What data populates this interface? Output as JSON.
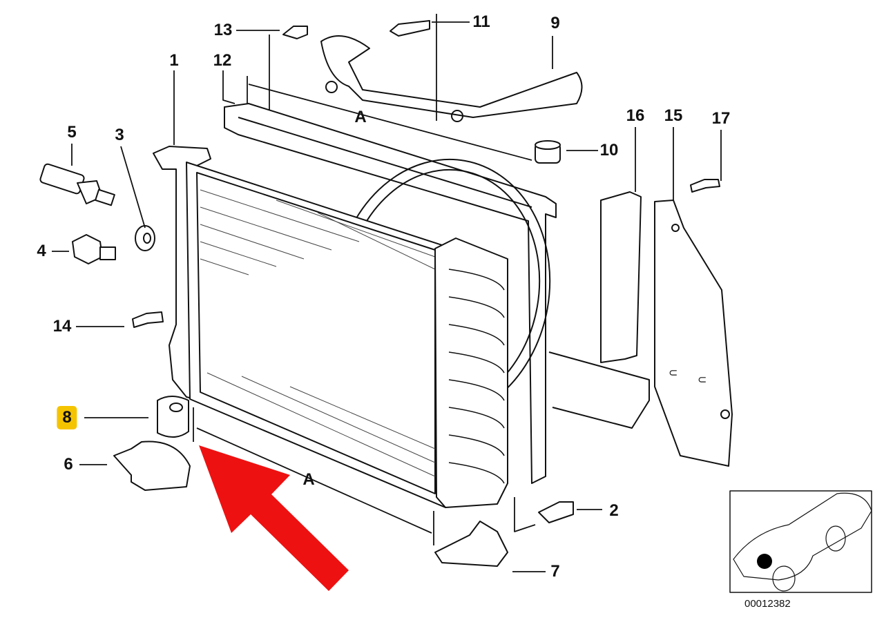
{
  "diagram": {
    "highlight_color": "#f5c400",
    "arrow_color": "#ee1111",
    "part_labels": {
      "p1": "1",
      "p2": "2",
      "p3": "3",
      "p4": "4",
      "p5": "5",
      "p6": "6",
      "p7": "7",
      "p8": "8",
      "p9": "9",
      "p10": "10",
      "p11": "11",
      "p12": "12",
      "p13": "13",
      "p14": "14",
      "p15": "15",
      "p16": "16",
      "p17": "17"
    },
    "dimension_labels": {
      "top": "A",
      "bottom": "A"
    },
    "highlighted_part": "8",
    "inset": {
      "code": "00012382"
    }
  }
}
